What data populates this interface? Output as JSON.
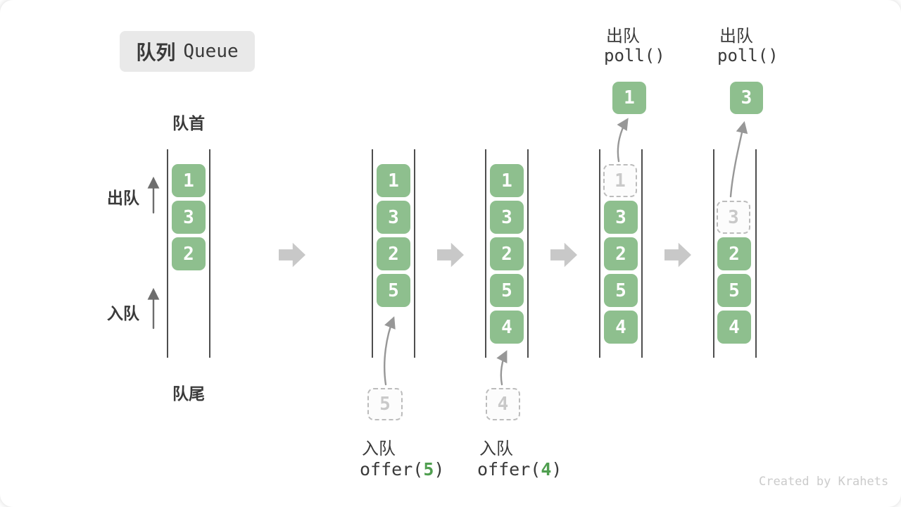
{
  "title": {
    "zh": "队列",
    "en": "Queue"
  },
  "side_labels": {
    "front": "队首",
    "rear": "队尾",
    "dequeue": "出队",
    "enqueue": "入队"
  },
  "queues": [
    {
      "items": [
        "1",
        "3",
        "2"
      ]
    },
    {
      "items": [
        "1",
        "3",
        "2",
        "5"
      ]
    },
    {
      "items": [
        "1",
        "3",
        "2",
        "5",
        "4"
      ]
    },
    {
      "removed": "1",
      "items": [
        "3",
        "2",
        "5",
        "4"
      ]
    },
    {
      "removed": "3",
      "items": [
        "2",
        "5",
        "4"
      ]
    }
  ],
  "operations": {
    "offers": [
      {
        "label": "入队",
        "fn_open": "offer(",
        "arg": "5",
        "fn_close": ")",
        "pending": "5"
      },
      {
        "label": "入队",
        "fn_open": "offer(",
        "arg": "4",
        "fn_close": ")",
        "pending": "4"
      }
    ],
    "polls": [
      {
        "label": "出队",
        "fn": "poll()",
        "value": "1"
      },
      {
        "label": "出队",
        "fn": "poll()",
        "value": "3"
      }
    ]
  },
  "watermark": "Created by Krahets",
  "colors": {
    "box_green": "#8ebf8e",
    "code_green": "#4f9e4f",
    "step_arrow_gray": "#c8c8c8",
    "queue_line": "#4e4e4e",
    "title_bg": "#e9e9e9"
  }
}
